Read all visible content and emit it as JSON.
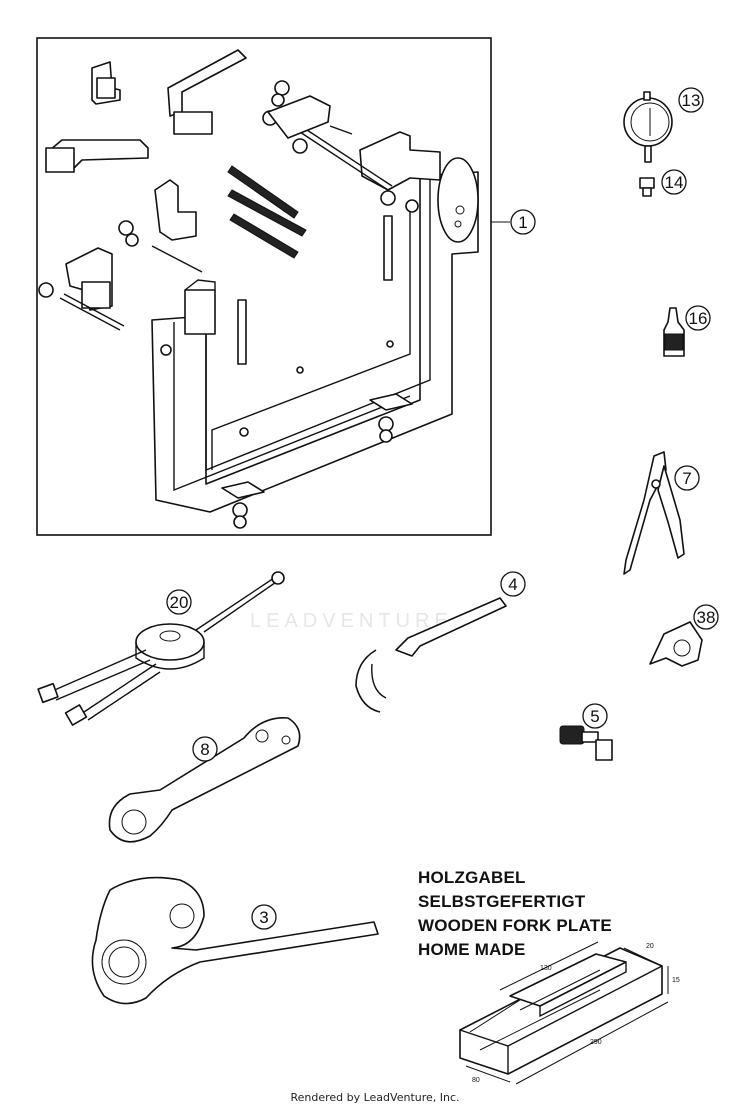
{
  "callouts": [
    {
      "id": "c1",
      "number": "1"
    },
    {
      "id": "c13",
      "number": "13"
    },
    {
      "id": "c14",
      "number": "14"
    },
    {
      "id": "c16",
      "number": "16"
    },
    {
      "id": "c7",
      "number": "7"
    },
    {
      "id": "c38",
      "number": "38"
    },
    {
      "id": "c20",
      "number": "20"
    },
    {
      "id": "c4",
      "number": "4"
    },
    {
      "id": "c5",
      "number": "5"
    },
    {
      "id": "c8",
      "number": "8"
    },
    {
      "id": "c3",
      "number": "3"
    }
  ],
  "note": {
    "line1": "HOLZGABEL",
    "line2": "SELBSTGEFERTIGT",
    "line3": "WOODEN FORK PLATE",
    "line4": "HOME MADE"
  },
  "dimensions": {
    "d130": "130",
    "d20": "20",
    "d15": "15",
    "d80": "80",
    "d290": "290"
  },
  "watermark": "LEADVENTURE",
  "footer": "Rendered by LeadVenture, Inc."
}
